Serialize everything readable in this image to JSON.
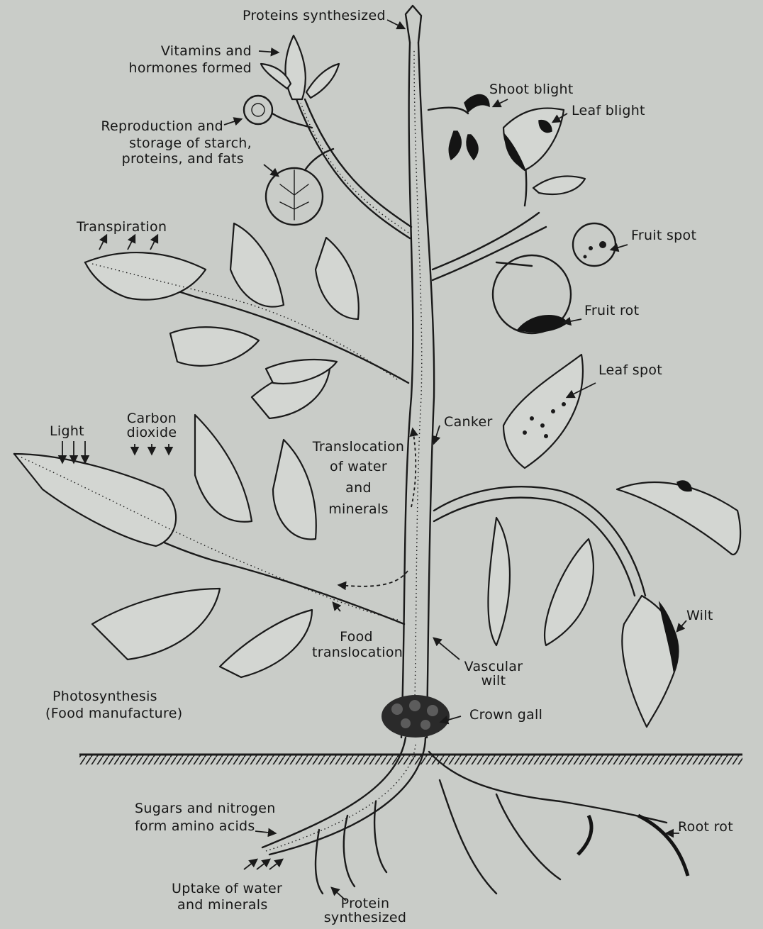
{
  "labels": {
    "proteins_synthesized_top": "Proteins synthesized",
    "vitamins_line1": "Vitamins and",
    "vitamins_line2": "hormones formed",
    "reproduction_line1": "Reproduction and",
    "reproduction_line2": "storage of starch,",
    "reproduction_line3": "proteins, and fats",
    "transpiration": "Transpiration",
    "light": "Light",
    "carbon_line1": "Carbon",
    "carbon_line2": "dioxide",
    "translocation_line1": "Translocation",
    "translocation_line2": "of water",
    "translocation_line3": "and",
    "translocation_line4": "minerals",
    "food_translocation_line1": "Food",
    "food_translocation_line2": "translocation",
    "photosynthesis_line1": "Photosynthesis",
    "photosynthesis_line2": "(Food manufacture)",
    "shoot_blight": "Shoot blight",
    "leaf_blight": "Leaf blight",
    "fruit_spot": "Fruit spot",
    "fruit_rot": "Fruit rot",
    "leaf_spot": "Leaf spot",
    "canker": "Canker",
    "wilt": "Wilt",
    "vascular_wilt_line1": "Vascular",
    "vascular_wilt_line2": "wilt",
    "crown_gall": "Crown gall",
    "sugars_line1": "Sugars and nitrogen",
    "sugars_line2": "form amino acids",
    "root_rot": "Root rot",
    "uptake_line1": "Uptake of water",
    "uptake_line2": "and minerals",
    "protein_bottom_line1": "Protein",
    "protein_bottom_line2": "synthesized"
  }
}
